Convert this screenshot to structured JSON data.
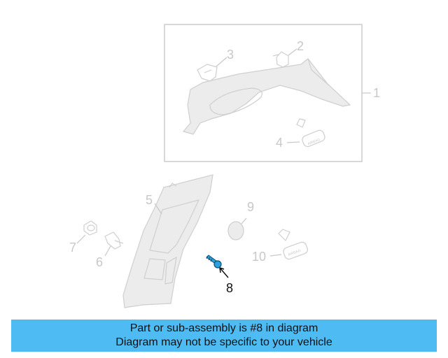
{
  "callouts": {
    "c1": "1",
    "c2": "2",
    "c3": "3",
    "c4": "4",
    "c5": "5",
    "c6": "6",
    "c7": "7",
    "c8": "8",
    "c9": "9",
    "c10": "10"
  },
  "part_labels": {
    "airbag_a": "AIRBAG",
    "airbag_b": "AIRBAG"
  },
  "highlighted_part": "8",
  "colors": {
    "banner": "#4ebbf3",
    "highlight_part": "#2aa0dc",
    "faded": "#c8c8c8"
  },
  "banner": {
    "line1": "Part or sub-assembly is #8 in diagram",
    "line2": "Diagram may not be specific to your vehicle"
  }
}
